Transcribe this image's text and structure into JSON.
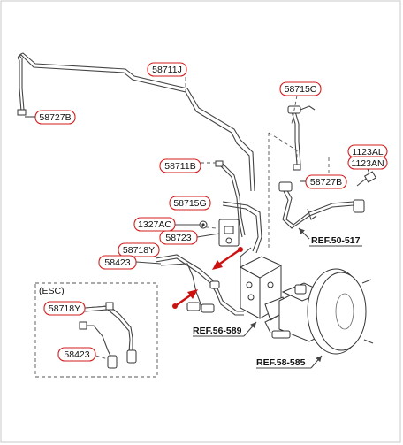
{
  "callouts": {
    "p58711J": "58711J",
    "p58727B_left": "58727B",
    "p58715C": "58715C",
    "p58711B": "58711B",
    "p58715G": "58715G",
    "p1327AC": "1327AC",
    "p58723": "58723",
    "p1123AL": "1123AL",
    "p1123AN": "1123AN",
    "p58727B_right": "58727B",
    "p58718Y": "58718Y",
    "p58423": "58423",
    "esc_58718Y": "58718Y",
    "esc_58423": "58423"
  },
  "refs": {
    "ref_50_517": "REF.50-517",
    "ref_56_589": "REF.56-589",
    "ref_58_585": "REF.58-585"
  },
  "esc_box": {
    "label": "(ESC)"
  },
  "colors": {
    "callout_border": "#d21e1e",
    "arrow": "#cc1111",
    "line": "#444444"
  }
}
